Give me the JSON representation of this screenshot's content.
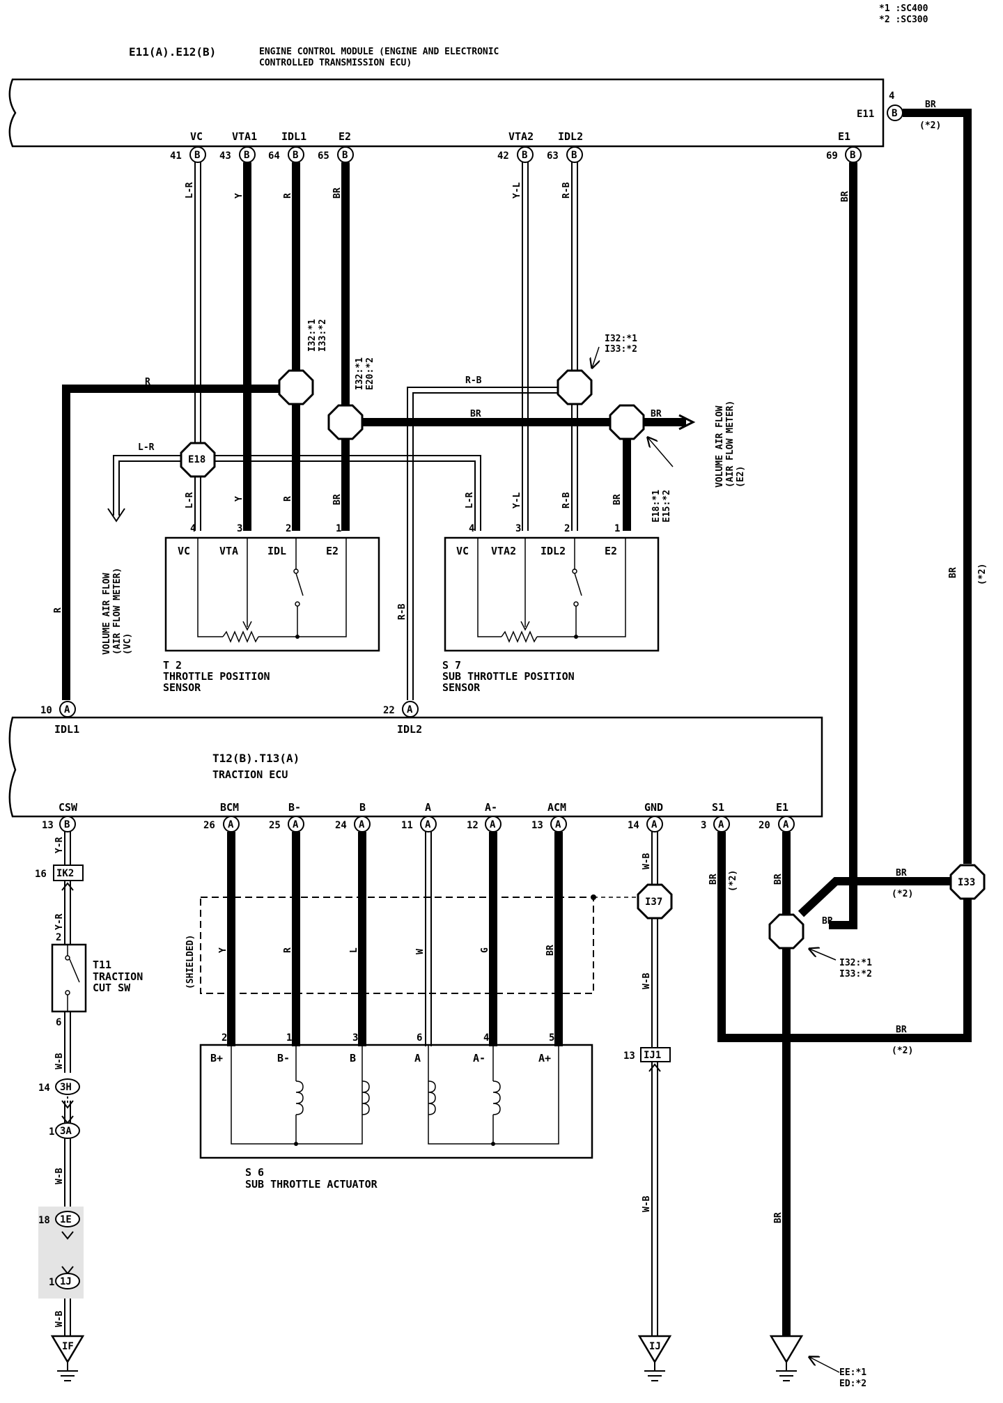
{
  "notes": [
    "*1 :SC400",
    "*2 :SC300"
  ],
  "ecm": {
    "connector_ref": "E11(A).E12(B)",
    "title_line1": "ENGINE CONTROL MODULE (ENGINE AND ELECTRONIC",
    "title_line2": "CONTROLLED TRANSMISSION ECU)",
    "terminals": [
      {
        "name": "VC",
        "pin": "41",
        "conn": "B",
        "wire": "L-R"
      },
      {
        "name": "VTA1",
        "pin": "43",
        "conn": "B",
        "wire": "Y"
      },
      {
        "name": "IDL1",
        "pin": "64",
        "conn": "B",
        "wire": "R"
      },
      {
        "name": "E2",
        "pin": "65",
        "conn": "B",
        "wire": "BR"
      },
      {
        "name": "VTA2",
        "pin": "42",
        "conn": "B",
        "wire": "Y-L"
      },
      {
        "name": "IDL2",
        "pin": "63",
        "conn": "B",
        "wire": "R-B"
      },
      {
        "name": "E1",
        "pin": "69",
        "conn": "B",
        "wire": "BR"
      }
    ],
    "e11": {
      "label": "E11",
      "pin": "4",
      "conn": "B",
      "wire": "BR",
      "note": "(*2)"
    }
  },
  "junctions": {
    "j_idl1": {
      "label": "I32:*1",
      "label2": "I33:*2"
    },
    "j_e2": {
      "label": "I32:*1",
      "label2": "E20:*2"
    },
    "j_idl2": {
      "label": "I32:*1",
      "label2": "I33:*2"
    },
    "j_af": {
      "label": "E18:*1",
      "label2": "E15:*2"
    },
    "e18": "E18",
    "i37": "I37",
    "i33": "I33",
    "j_gnd": {
      "label": "I32:*1",
      "label2": "I33:*2"
    }
  },
  "mid_wires": {
    "r": "R",
    "lr": "L-R",
    "rb": "R-B",
    "br1": "BR",
    "br2": "BR"
  },
  "volume_air_flow_vc": [
    "VOLUME AIR FLOW",
    "(AIR FLOW METER)",
    "(VC)"
  ],
  "volume_air_flow_e2": [
    "VOLUME AIR FLOW",
    "(AIR FLOW METER)",
    "(E2)"
  ],
  "t2": {
    "ref": "T 2",
    "name1": "THROTTLE POSITION",
    "name2": "SENSOR",
    "pins": [
      {
        "pin": "4",
        "name": "VC",
        "wire": "L-R"
      },
      {
        "pin": "3",
        "name": "VTA",
        "wire": "Y"
      },
      {
        "pin": "2",
        "name": "IDL",
        "wire": "R"
      },
      {
        "pin": "1",
        "name": "E2",
        "wire": "BR"
      }
    ]
  },
  "s7": {
    "ref": "S 7",
    "name1": "SUB THROTTLE POSITION",
    "name2": "SENSOR",
    "pins": [
      {
        "pin": "4",
        "name": "VC",
        "wire": "L-R"
      },
      {
        "pin": "3",
        "name": "VTA2",
        "wire": "Y-L"
      },
      {
        "pin": "2",
        "name": "IDL2",
        "wire": "R-B"
      },
      {
        "pin": "1",
        "name": "E2",
        "wire": "BR"
      }
    ]
  },
  "traction_ecu": {
    "connector_ref": "T12(B).T13(A)",
    "title": "TRACTION ECU",
    "top_terminals": [
      {
        "name": "IDL1",
        "pin": "10",
        "conn": "A",
        "wire": "R"
      },
      {
        "name": "IDL2",
        "pin": "22",
        "conn": "A",
        "wire": "R-B"
      }
    ],
    "bottom_terminals": [
      {
        "name": "CSW",
        "pin": "13",
        "conn": "B",
        "wire": "Y-R"
      },
      {
        "name": "BCM",
        "pin": "26",
        "conn": "A",
        "wire": "Y"
      },
      {
        "name": "B-",
        "pin": "25",
        "conn": "A",
        "wire": "R"
      },
      {
        "name": "B",
        "pin": "24",
        "conn": "A",
        "wire": "L"
      },
      {
        "name": "A",
        "pin": "11",
        "conn": "A",
        "wire": "W"
      },
      {
        "name": "A-",
        "pin": "12",
        "conn": "A",
        "wire": "G"
      },
      {
        "name": "ACM",
        "pin": "13",
        "conn": "A",
        "wire": "BR"
      },
      {
        "name": "GND",
        "pin": "14",
        "conn": "A",
        "wire": "W-B"
      },
      {
        "name": "S1",
        "pin": "3",
        "conn": "A",
        "wire": "BR"
      },
      {
        "name": "E1",
        "pin": "20",
        "conn": "A",
        "wire": "BR"
      }
    ]
  },
  "shielded": "(SHIELDED)",
  "s6": {
    "ref": "S 6",
    "name": "SUB THROTTLE ACTUATOR",
    "pins": [
      {
        "pin": "2",
        "name": "B+"
      },
      {
        "pin": "1",
        "name": "B-"
      },
      {
        "pin": "3",
        "name": "B"
      },
      {
        "pin": "6",
        "name": "A"
      },
      {
        "pin": "4",
        "name": "A-"
      },
      {
        "pin": "5",
        "name": "A+"
      }
    ]
  },
  "csw_chain": {
    "ik2": {
      "pin": "16",
      "label": "IK2"
    },
    "yr": "Y-R",
    "t11": {
      "ref": "T11",
      "name1": "TRACTION",
      "name2": "CUT SW",
      "pin_top": "2",
      "pin_bot": "6"
    },
    "wb": "W-B",
    "c3h": {
      "pin": "14",
      "label": "3H"
    },
    "c3a": {
      "pin": "1",
      "label": "3A"
    },
    "c1e": {
      "pin": "18",
      "label": "1E"
    },
    "c1j": {
      "pin": "1",
      "label": "1J"
    },
    "ground": "IF"
  },
  "gnd_chain": {
    "ij1": {
      "pin": "13",
      "label": "IJ1"
    },
    "wb": "W-B",
    "ground": "IJ"
  },
  "e1_chain": {
    "br": "BR",
    "note": "(*2)",
    "ground_note1": "EE:*1",
    "ground_note2": "ED:*2"
  }
}
